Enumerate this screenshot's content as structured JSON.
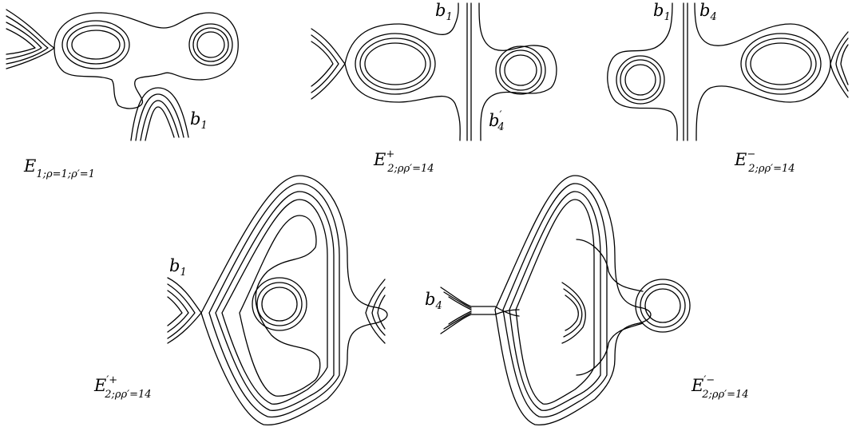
{
  "labels": {
    "b1": "b",
    "b1_sub": "1",
    "b4": "b",
    "b4_sub": "4",
    "b4p": "b",
    "b4p_prime": "′",
    "b4p_sub": "4"
  },
  "captions": {
    "e1": {
      "main": "E",
      "sub": "1;ρ=1;ρ′=1",
      "sup": ""
    },
    "e2p": {
      "main": "E",
      "sub": "2;ρρ′=14",
      "sup": "+"
    },
    "e2m": {
      "main": "E",
      "sub": "2;ρρ′=14",
      "sup": "−"
    },
    "e2pp": {
      "main": "E",
      "sub": "2;ρρ′=14",
      "sup": "′+"
    },
    "e2pm": {
      "main": "E",
      "sub": "2;ρρ′=14",
      "sup": "′−"
    }
  }
}
